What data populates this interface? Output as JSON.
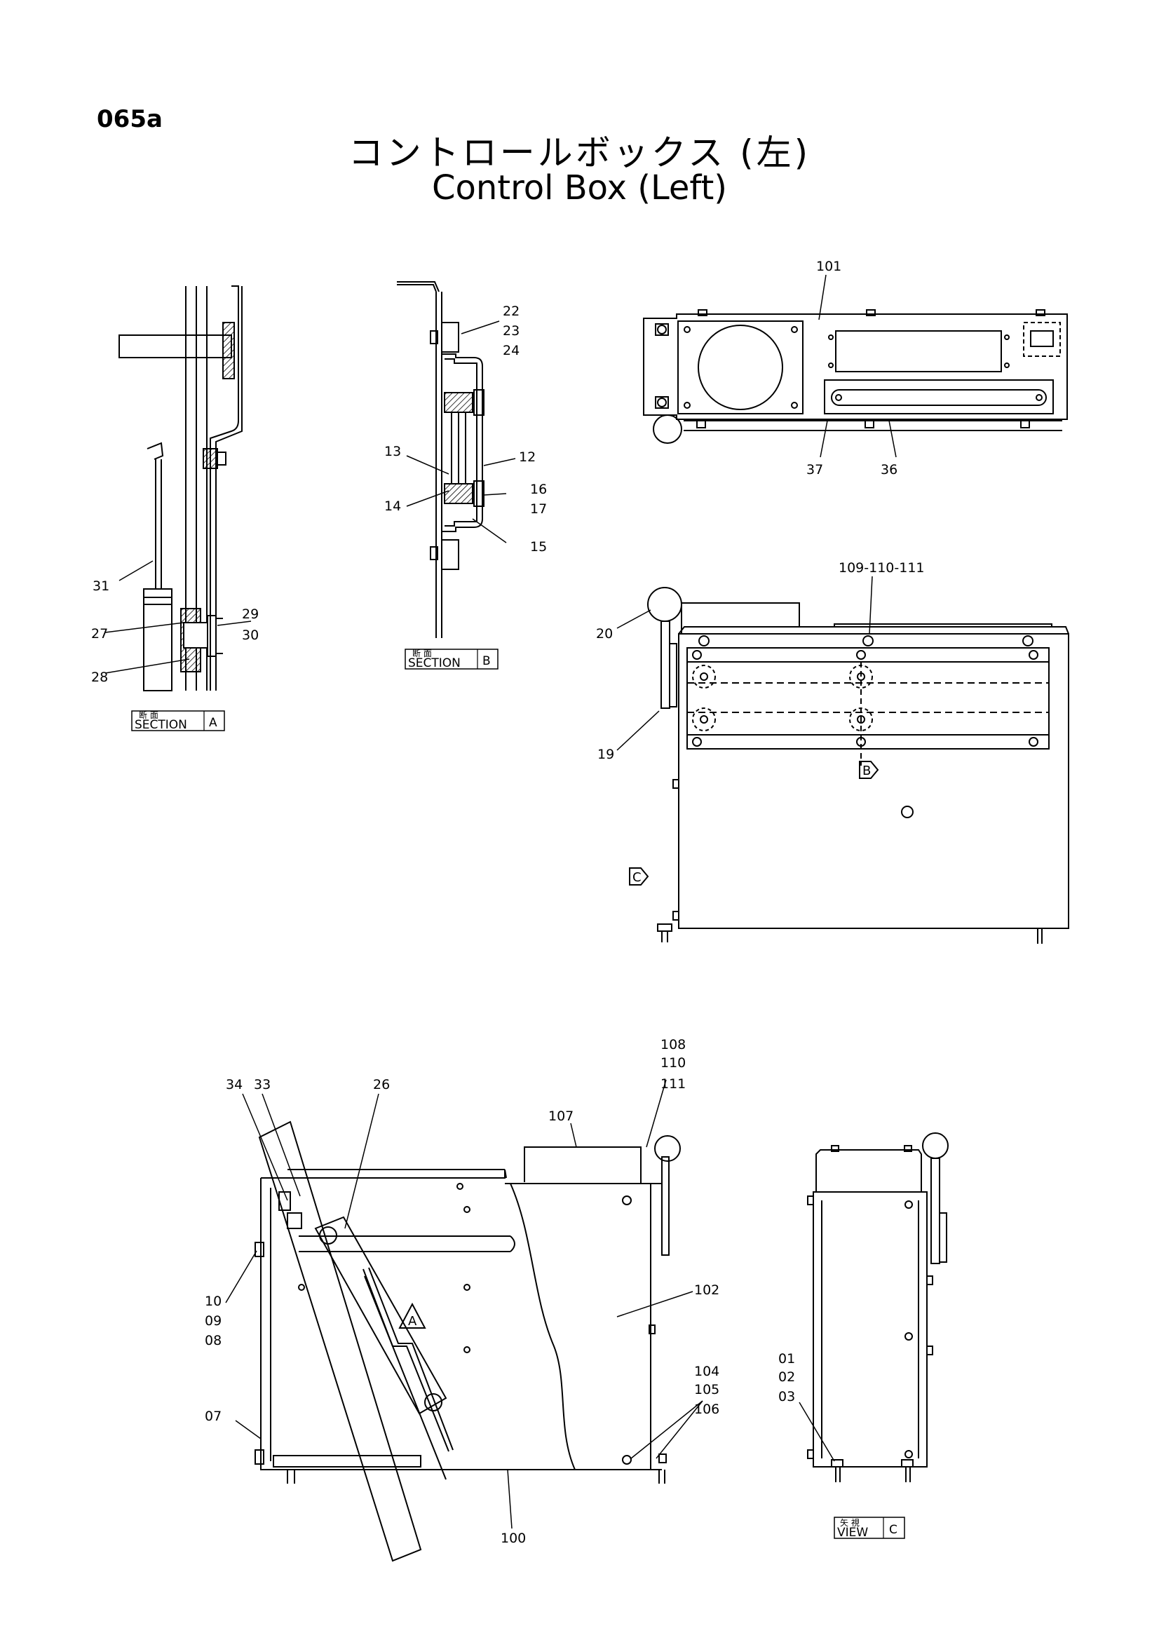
{
  "page": {
    "number": "065a"
  },
  "title": {
    "japanese": "コントロールボックス (左)",
    "english": "Control Box (Left)"
  },
  "section_a": {
    "box_kanji": "断 面",
    "box_text": "SECTION",
    "box_letter": "A",
    "callouts": {
      "c31": "31",
      "c27": "27",
      "c28": "28",
      "c29": "29",
      "c30": "30"
    }
  },
  "section_b": {
    "box_kanji": "断 面",
    "box_text": "SECTION",
    "box_letter": "B",
    "callouts": {
      "c22": "22",
      "c23": "23",
      "c24": "24",
      "c13": "13",
      "c12": "12",
      "c14": "14",
      "c16": "16",
      "c17": "17",
      "c15": "15"
    }
  },
  "top_view": {
    "callouts": {
      "c101": "101",
      "c37": "37",
      "c36": "36"
    }
  },
  "front_view": {
    "callouts": {
      "c109": "109-110-111",
      "c20": "20",
      "c19": "19"
    },
    "markers": {
      "b": "B",
      "c": "C"
    }
  },
  "side_view": {
    "callouts": {
      "c108": "108",
      "c110": "110",
      "c111": "111",
      "c34": "34",
      "c33": "33",
      "c26": "26",
      "c107": "107",
      "c102": "102",
      "c10": "10",
      "c09": "09",
      "c08": "08",
      "c104": "104",
      "c105": "105",
      "c106": "106",
      "c07": "07",
      "c100": "100"
    },
    "markers": {
      "a": "A"
    }
  },
  "view_c": {
    "box_kanji": "矢 視",
    "box_text": "VIEW",
    "box_letter": "C",
    "callouts": {
      "c01": "01",
      "c02": "02",
      "c03": "03"
    }
  }
}
